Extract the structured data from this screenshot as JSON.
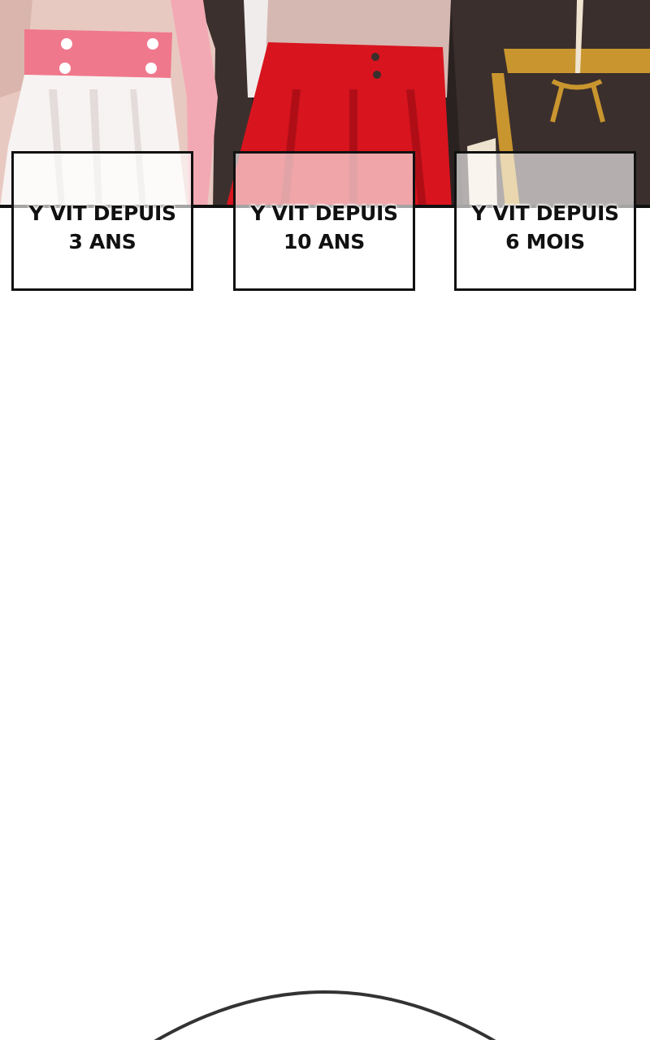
{
  "panel": {
    "captions": [
      {
        "line1": "Y VIT DEPUIS",
        "line2": "3 ANS"
      },
      {
        "line1": "Y VIT DEPUIS",
        "line2": "10 ANS"
      },
      {
        "line1": "Y VIT DEPUIS",
        "line2": "6 MOIS"
      }
    ]
  },
  "colors": {
    "pink_belt": "#f0788c",
    "red_skirt": "#d8141e",
    "dark_jacket": "#3a2f2c",
    "gold_stripe": "#c9952e",
    "background_dark": "#2a2220"
  }
}
